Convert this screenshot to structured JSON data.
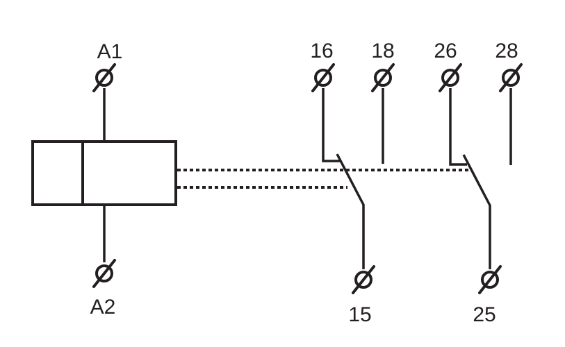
{
  "terminals": {
    "a1": "A1",
    "a2": "A2",
    "t16": "16",
    "t18": "18",
    "t26": "26",
    "t28": "28",
    "t15": "15",
    "t25": "25"
  },
  "colors": {
    "line": "#231f20",
    "background": "#ffffff"
  }
}
